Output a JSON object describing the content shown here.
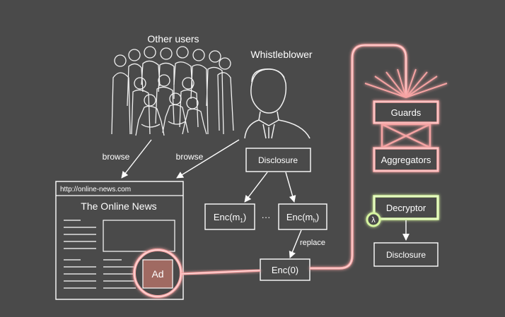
{
  "labels": {
    "other_users": "Other users",
    "whistleblower": "Whistleblower",
    "browse_left": "browse",
    "browse_right": "browse",
    "replace": "replace",
    "ellipsis": "···"
  },
  "website": {
    "url": "http://online-news.com",
    "title": "The Online News",
    "ad_label": "Ad"
  },
  "flow": {
    "disclosure_top": "Disclosure",
    "enc_m1": {
      "base": "Enc(m",
      "sub": "1",
      "close": ")"
    },
    "enc_mh": {
      "base": "Enc(m",
      "sub": "h",
      "close": ")"
    },
    "enc_zero": "Enc(0)"
  },
  "pipeline": {
    "guards": "Guards",
    "aggregators": "Aggregators",
    "decryptor": "Decryptor",
    "lambda": "λ",
    "disclosure_bottom": "Disclosure"
  },
  "colors": {
    "background": "#4a4a4a",
    "glow": "#f5a3a3",
    "glow_core": "#ffe3e3",
    "decryptor_glow": "#d6f5a0",
    "ad_fill": "#a06a62"
  }
}
